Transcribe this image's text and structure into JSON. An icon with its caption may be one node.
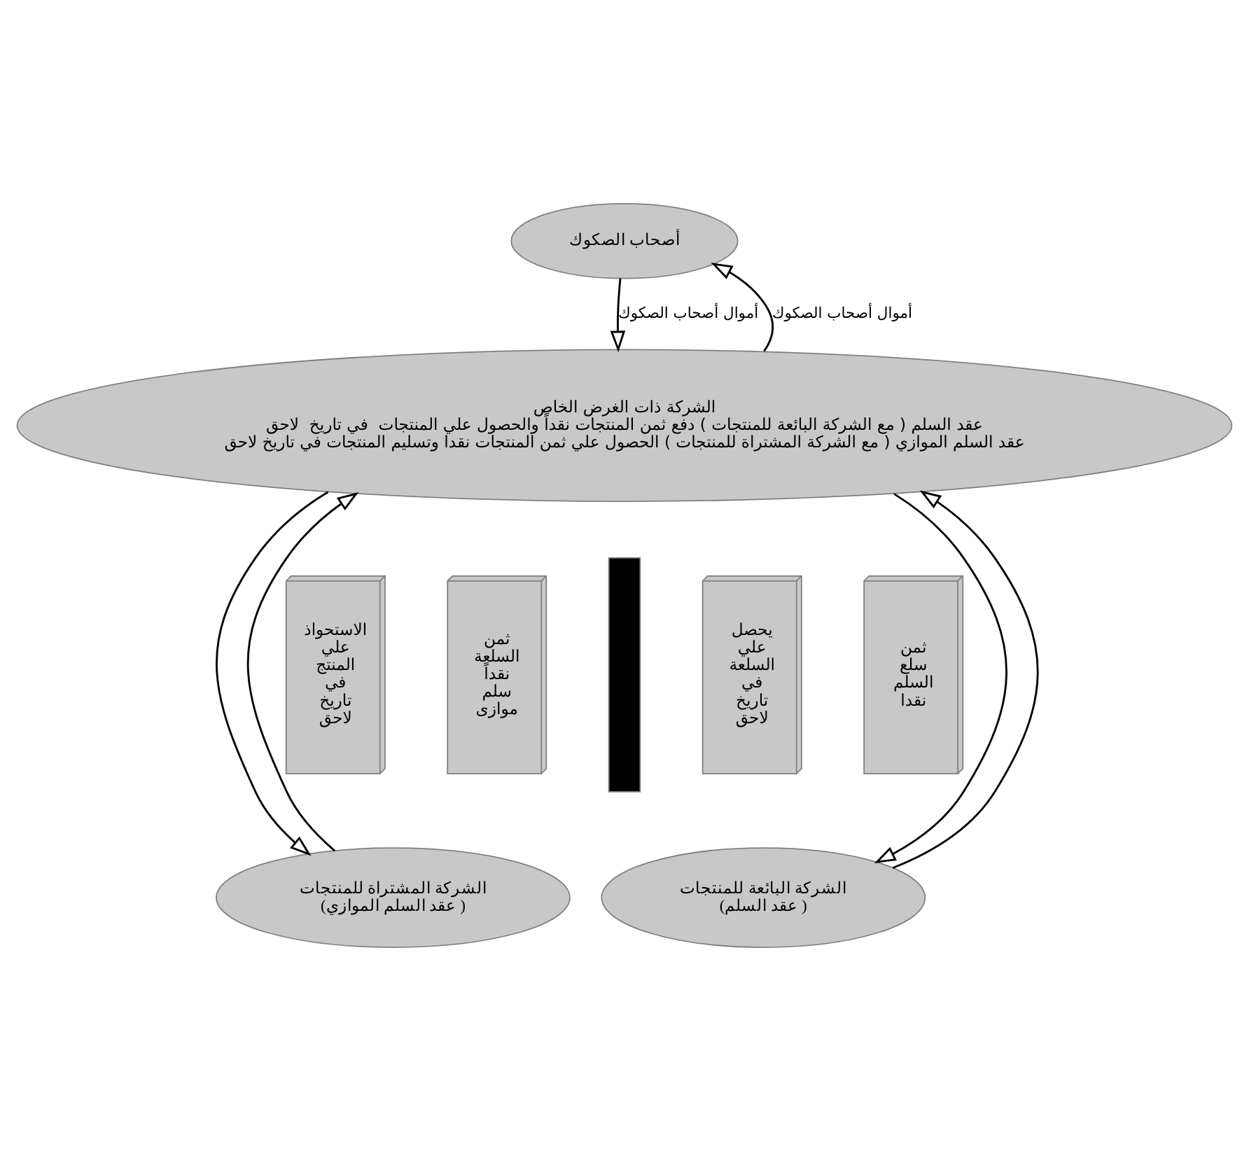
{
  "diagram": {
    "nodes": [
      {
        "text": [
          "أصحاب الصكوك"
        ]
      },
      {
        "text": [
          "الشركة ذات الغرض الخاص",
          "عقد السلم ( مع الشركة البائعة للمنتجات ) دفع ثمن المنتجات نقداً والحصول علي المنتجات  في تاريخ  لاحق",
          "عقد السلم الموازي ( مع الشركة المشتراة للمنتجات ) الحصول علي ثمن المنتجات نقدا وتسليم المنتجات في تاريخ لاحق"
        ]
      },
      {
        "text": [
          "الاستحواذ علي المنتج في تاريخ لاحق"
        ]
      },
      {
        "text": [
          "ثمن السلعة نقداً سلم موازى"
        ]
      },
      {
        "text": [],
        "shape": "bar"
      },
      {
        "text": [
          "يحصل علي السلعة في تاريخ لاحق"
        ]
      },
      {
        "text": [
          "ثمن سلع السلم نقدا"
        ]
      },
      {
        "text": [
          "الشركة المشتراة للمنتجات (عقد السلم الموازي )"
        ]
      },
      {
        "text": [
          "الشركة البائعة للمنتجات (عقد السلم )"
        ]
      }
    ],
    "edges": [
      {
        "from": 1,
        "to": 0,
        "arrow": "to",
        "label": "أموال أصحاب الصكوك"
      },
      {
        "from": 0,
        "to": 1,
        "arrow": "to",
        "label": "أموال أصحاب الصكوك"
      },
      {
        "from": 1,
        "to": 7,
        "arrow": "to"
      },
      {
        "from": 7,
        "to": 1,
        "arrow": "to"
      },
      {
        "from": 8,
        "to": 1,
        "arrow": "to"
      },
      {
        "from": 1,
        "to": 8,
        "arrow": "to"
      }
    ]
  }
}
